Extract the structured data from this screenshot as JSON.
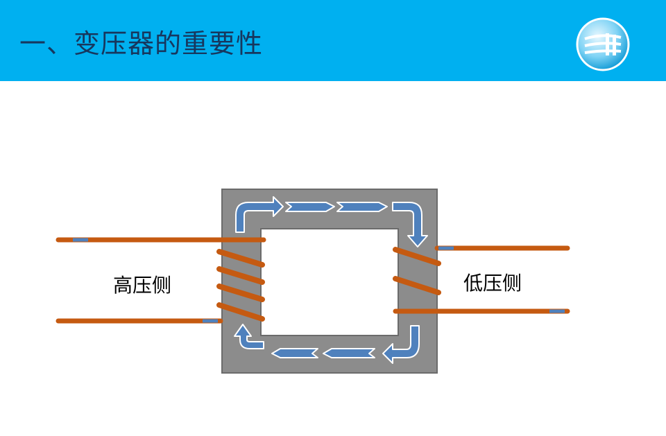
{
  "slide": {
    "title": "一、变压器的重要性",
    "logo_icon": "circular-logo-icon"
  },
  "diagram": {
    "high_voltage_label": "高压侧",
    "low_voltage_label": "低压侧",
    "colors": {
      "header": "#00b0f0",
      "title": "#17375e",
      "core": "#8c8c8c",
      "core_border": "#595959",
      "winding": "#c55a11",
      "flux_arrow": "#4f81bd",
      "terminal": "#4f81bd"
    }
  }
}
